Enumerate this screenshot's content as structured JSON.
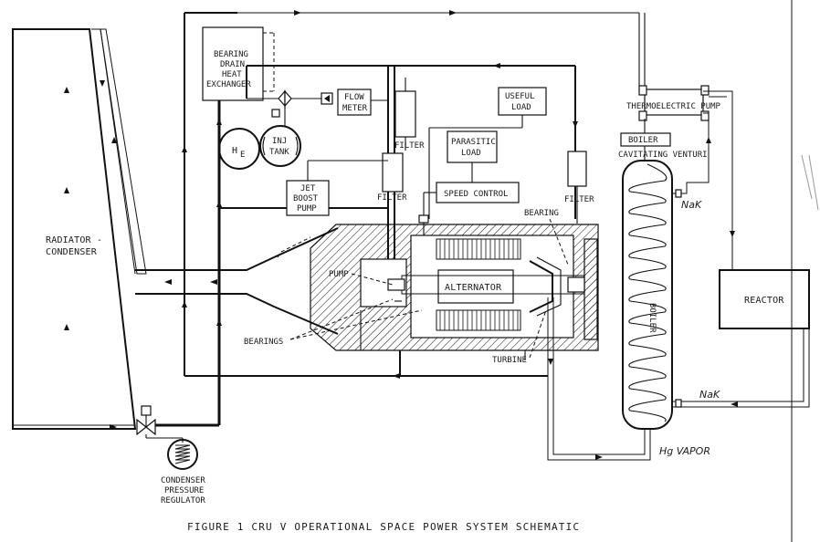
{
  "labels": {
    "radiator": [
      "RADIATOR -",
      "CONDENSER"
    ],
    "bearing_drain": [
      "BEARING",
      "DRAIN",
      "HEAT",
      "EXCHANGER"
    ],
    "flow_meter": [
      "FLOW",
      "METER"
    ],
    "he": "H",
    "he_sub": "E",
    "inj_tank": [
      "INJ",
      "TANK"
    ],
    "filter": "FILTER",
    "useful_load": [
      "USEFUL",
      "LOAD"
    ],
    "parasitic_load": [
      "PARASITIC",
      "LOAD"
    ],
    "speed_control": "SPEED CONTROL",
    "jet_boost_pump": [
      "JET",
      "BOOST",
      "PUMP"
    ],
    "pump": "PUMP",
    "alternator": "ALTERNATOR",
    "bearing": "BEARING",
    "bearings": "BEARINGS",
    "turbine": "TURBINE",
    "thermoelectric_pump": "THERMOELECTRIC PUMP",
    "boiler_venturi": [
      "BOILER",
      "CAVITATING VENTURI"
    ],
    "nak_top": "NaK",
    "nak_bottom": "NaK",
    "boiler": "BOILER",
    "reactor": "REACTOR",
    "hg_vapor": "Hg VAPOR",
    "condenser_regulator": [
      "CONDENSER",
      "PRESSURE",
      "REGULATOR"
    ]
  },
  "caption": "FIGURE 1  CRU V OPERATIONAL SPACE POWER SYSTEM SCHEMATIC"
}
